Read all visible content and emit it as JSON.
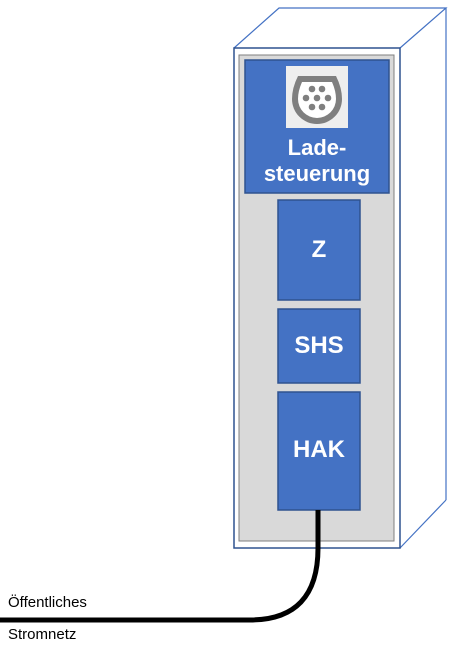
{
  "cabinet": {
    "control": {
      "line1": "Lade-",
      "line2": "steuerung",
      "icon": "ev-charging-plug-icon"
    },
    "meter_label": "Z",
    "shs_label": "SHS",
    "hak_label": "HAK"
  },
  "grid": {
    "line1": "Öffentliches",
    "line2": "Stromnetz"
  },
  "colors": {
    "block_fill": "#4472c4",
    "block_stroke": "#2f528f",
    "cabinet_fill": "#d9d9d9",
    "cable": "#000000"
  }
}
